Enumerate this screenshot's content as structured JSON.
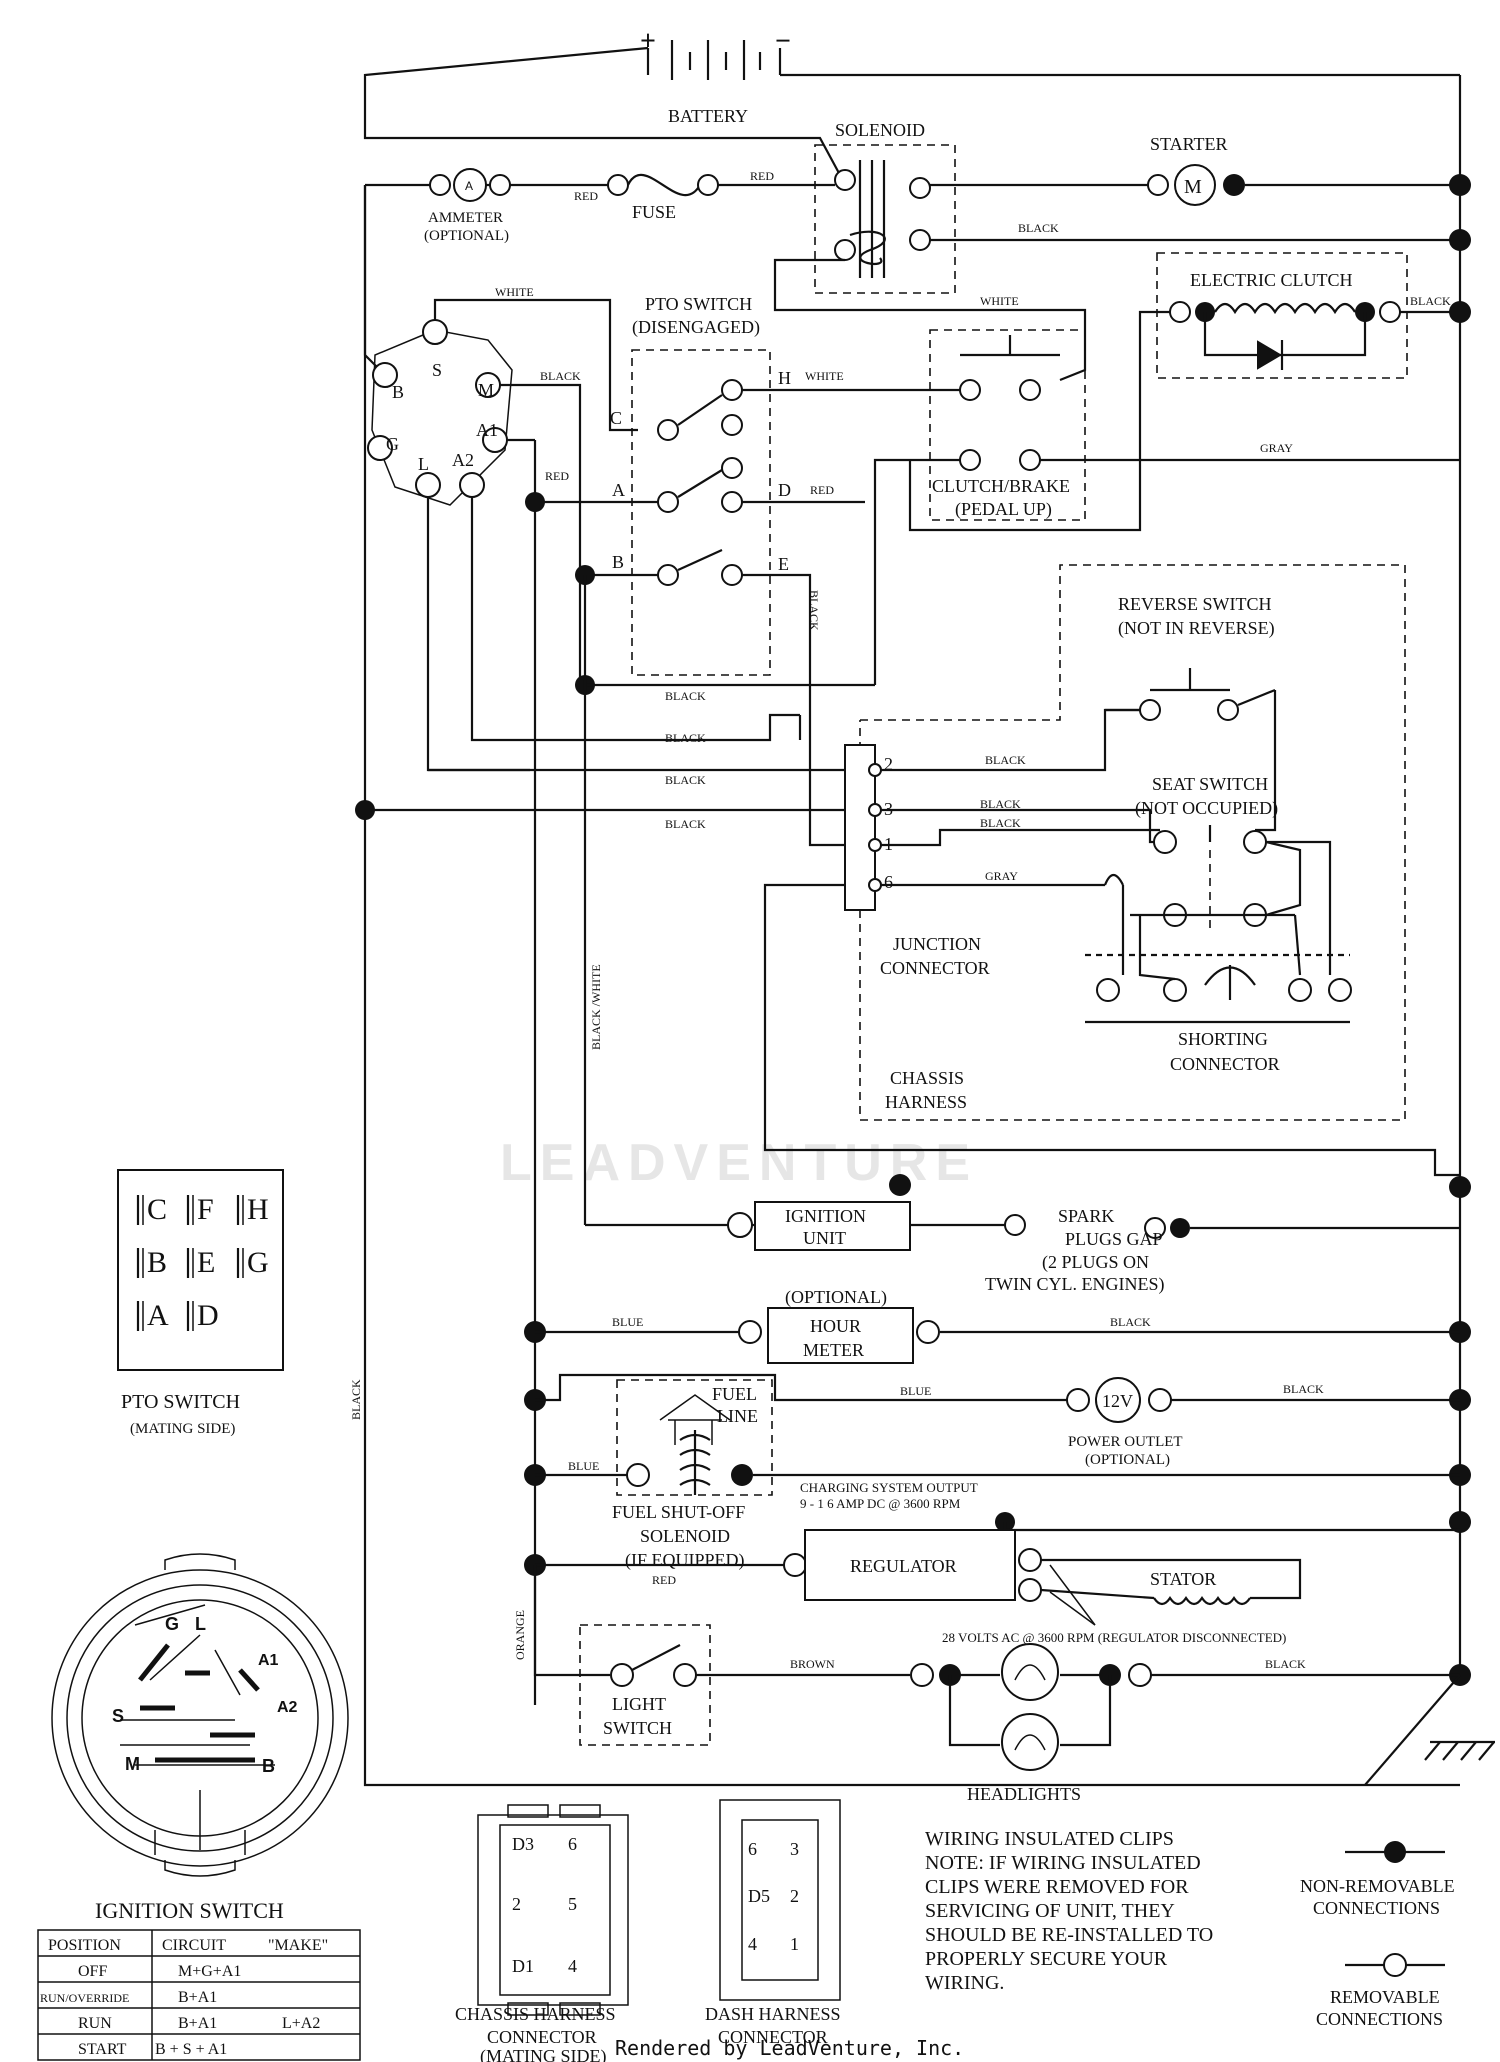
{
  "components": {
    "battery": "BATTERY",
    "battery_plus": "+",
    "battery_minus": "−",
    "solenoid": "SOLENOID",
    "starter": "STARTER",
    "starter_symbol": "M",
    "ammeter": "AMMETER",
    "ammeter_optional": "(OPTIONAL)",
    "ammeter_symbol": "A",
    "fuse": "FUSE",
    "electric_clutch": "ELECTRIC CLUTCH",
    "pto_switch": "PTO SWITCH",
    "pto_disengaged": "(DISENGAGED)",
    "clutch_brake": "CLUTCH/BRAKE",
    "pedal_up": "(PEDAL UP)",
    "reverse_switch": "REVERSE SWITCH",
    "not_in_reverse": "(NOT IN REVERSE)",
    "seat_switch": "SEAT SWITCH",
    "not_occupied": "(NOT OCCUPIED)",
    "junction": "JUNCTION",
    "connector": "CONNECTOR",
    "shorting": "SHORTING",
    "shorting_connector": "CONNECTOR",
    "chassis": "CHASSIS",
    "harness": "HARNESS",
    "ignition_unit_1": "IGNITION",
    "ignition_unit_2": "UNIT",
    "spark_1": "SPARK",
    "spark_2": "PLUGS GAP",
    "spark_3": "(2 PLUGS ON",
    "spark_4": "TWIN CYL. ENGINES)",
    "hour_optional": "(OPTIONAL)",
    "hour_1": "HOUR",
    "hour_2": "METER",
    "fuel_1": "FUEL",
    "fuel_2": "LINE",
    "power_symbol": "12V",
    "power_1": "POWER OUTLET",
    "power_2": "(OPTIONAL)",
    "fuel_sol_1": "FUEL SHUT-OFF",
    "fuel_sol_2": "SOLENOID",
    "fuel_sol_3": "(IF EQUIPPED)",
    "charging_1": "CHARGING SYSTEM OUTPUT",
    "charging_2": "9 - 1 6 AMP DC @ 3600 RPM",
    "regulator": "REGULATOR",
    "stator": "STATOR",
    "volts": "28 VOLTS AC @ 3600 RPM (REGULATOR DISCONNECTED)",
    "light_1": "LIGHT",
    "light_2": "SWITCH",
    "headlights": "HEADLIGHTS",
    "pto_mating_1": "PTO SWITCH",
    "pto_mating_2": "(MATING SIDE)",
    "ignition_switch": "IGNITION SWITCH",
    "chassis_conn_1": "CHASSIS HARNESS",
    "chassis_conn_2": "CONNECTOR",
    "chassis_conn_3": "(MATING SIDE)",
    "dash_conn_1": "DASH HARNESS",
    "dash_conn_2": "CONNECTOR"
  },
  "wires": {
    "red": "RED",
    "black": "BLACK",
    "white": "WHITE",
    "gray": "GRAY",
    "blue": "BLUE",
    "brown": "BROWN",
    "orange": "ORANGE",
    "black_white": "BLACK /WHITE"
  },
  "ignition_terminals": [
    "S",
    "B",
    "M",
    "G",
    "A1",
    "L",
    "A2"
  ],
  "pto_terminals": [
    "C",
    "H",
    "A",
    "D",
    "B",
    "E"
  ],
  "junction_pins": [
    "2",
    "3",
    "1",
    "6"
  ],
  "pto_mating_grid": [
    "C",
    "F",
    "H",
    "B",
    "E",
    "G",
    "A",
    "D"
  ],
  "ignition_face_labels": [
    "G",
    "L",
    "A1",
    "A2",
    "S",
    "M",
    "B"
  ],
  "ignition_table": {
    "headers": [
      "POSITION",
      "CIRCUIT",
      "\"MAKE\""
    ],
    "rows": [
      [
        "OFF",
        "M+G+A1",
        ""
      ],
      [
        "RUN/OVERRIDE",
        "B+A1",
        ""
      ],
      [
        "RUN",
        "B+A1",
        "L+A2"
      ],
      [
        "START",
        "B + S + A1",
        ""
      ]
    ]
  },
  "chassis_pins": [
    "D3",
    "6",
    "2",
    "5",
    "D1",
    "4"
  ],
  "dash_pins": [
    "6",
    "3",
    "D5",
    "2",
    "4",
    "1"
  ],
  "note": {
    "title": "WIRING INSULATED CLIPS",
    "lines": [
      "NOTE:  IF WIRING INSULATED",
      "CLIPS WERE REMOVED FOR",
      "SERVICING OF UNIT, THEY",
      "SHOULD BE RE-INSTALLED TO",
      "PROPERLY SECURE YOUR",
      "WIRING."
    ]
  },
  "legend": {
    "non_removable_1": "NON-REMOVABLE",
    "non_removable_2": "CONNECTIONS",
    "removable_1": "REMOVABLE",
    "removable_2": "CONNECTIONS"
  },
  "watermark": "LEADVENTURE",
  "footer": "Rendered by LeadVenture, Inc."
}
